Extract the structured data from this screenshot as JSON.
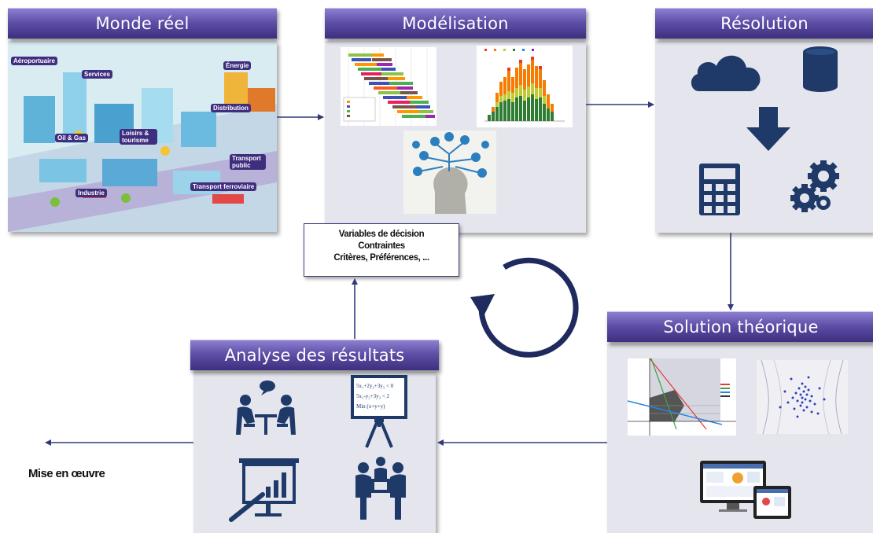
{
  "nodes": {
    "monde": {
      "title": "Monde réel"
    },
    "modelisation": {
      "title": "Modélisation"
    },
    "resolution": {
      "title": "Résolution"
    },
    "solution": {
      "title": "Solution théorique"
    },
    "analyse": {
      "title": "Analyse des résultats"
    }
  },
  "city_labels": [
    "Aéroportuaire",
    "Services",
    "Énergie",
    "Distribution",
    "Oil & Gas",
    "Loisirs & tourisme",
    "Transport public",
    "Transport ferroviaire",
    "Industrie"
  ],
  "model_box": {
    "line1": "Variables de décision",
    "line2": "Contraintes",
    "line3": "Critères, Préférences, ..."
  },
  "mise_en_oeuvre": "Mise en œuvre",
  "colors": {
    "header_dark": "#3d2f7e",
    "header_light": "#8d7fd0",
    "icon_navy": "#1f3a68",
    "arrow": "#2f3a78",
    "panel_bg": "#e5e5ee"
  }
}
